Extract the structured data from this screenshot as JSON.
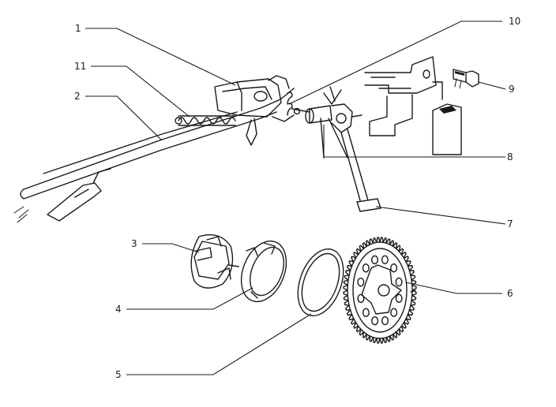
{
  "callouts": {
    "c1": "1",
    "c2": "2",
    "c3": "3",
    "c4": "4",
    "c5": "5",
    "c6": "6",
    "c7": "7",
    "c8": "8",
    "c9": "9",
    "c10": "10",
    "c11": "11"
  },
  "colors": {
    "ink": "#1a1a1a",
    "background": "#ffffff"
  }
}
